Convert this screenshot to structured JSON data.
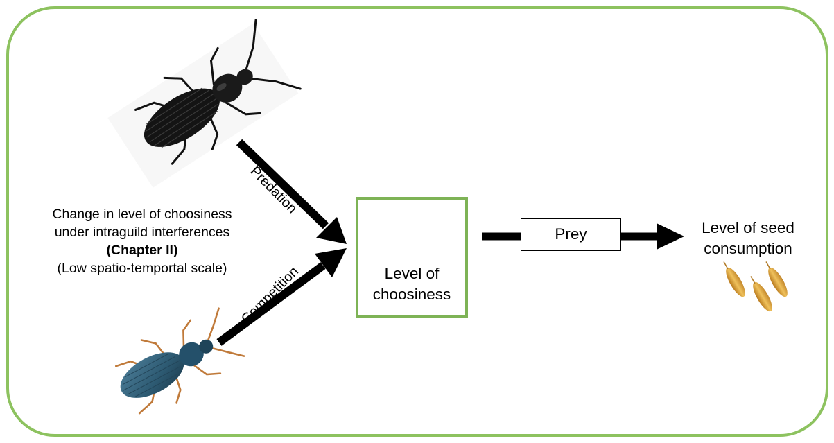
{
  "caption": {
    "line1": "Change in level of choosiness",
    "line2": "under intraguild interferences",
    "line3": "(Chapter II)",
    "line4": "(Low spatio-temportal scale)"
  },
  "arrows": {
    "predation_label": "Predation",
    "competition_label": "Competition"
  },
  "center": {
    "line1": "Level of",
    "line2": "choosiness"
  },
  "prey_label": "Prey",
  "outcome": {
    "line1": "Level of seed",
    "line2": "consumption"
  },
  "colors": {
    "frame_border": "#8dc25f",
    "center_box_border": "#7eb356",
    "arrow": "#000000",
    "seed": "#d9a042"
  },
  "icons": {
    "top_beetle": "black-ground-beetle-icon",
    "bottom_beetle": "blue-ground-beetle-icon",
    "center_beetle": "green-ground-beetle-icon",
    "seeds": "seed-cluster-icon"
  }
}
